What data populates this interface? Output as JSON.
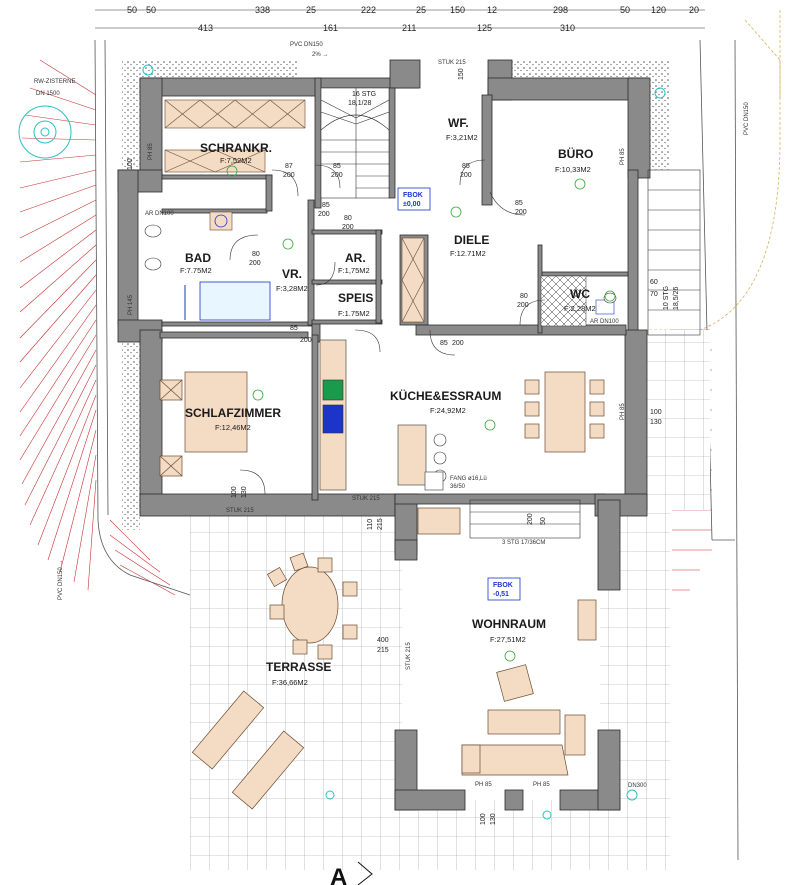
{
  "top_dimensions": [
    "50",
    "50",
    "413",
    "338",
    "25",
    "161",
    "222",
    "211",
    "25",
    "150",
    "12",
    "125",
    "298",
    "310",
    "50",
    "120",
    "20"
  ],
  "rooms": {
    "schrank": {
      "name": "SCHRANKR.",
      "area": "F:7,52M2"
    },
    "bad": {
      "name": "BAD",
      "area": "F:7.75M2"
    },
    "vr": {
      "name": "VR.",
      "area": "F:3,28M2"
    },
    "ar": {
      "name": "AR.",
      "area": "F:1,75M2"
    },
    "speis": {
      "name": "SPEIS",
      "area": "F:1.75M2"
    },
    "wf": {
      "name": "WF.",
      "area": "F:3,21M2"
    },
    "buero": {
      "name": "BÜRO",
      "area": "F:10,33M2"
    },
    "diele": {
      "name": "DIELE",
      "area": "F:12.71M2"
    },
    "wc": {
      "name": "WC",
      "area": "F:2,28M2"
    },
    "schlaf": {
      "name": "SCHLAFZIMMER",
      "area": "F:12,46M2"
    },
    "kueche": {
      "name": "KÜCHE&ESSRAUM",
      "area": "F:24,92M2"
    },
    "wohn": {
      "name": "WOHNRAUM",
      "area": "F:27,51M2"
    },
    "terrasse": {
      "name": "TERRASSE",
      "area": "F:36,66M2"
    }
  },
  "labels": {
    "zisterne_1": "RW-ZISTERNE",
    "zisterne_2": "DN 1500",
    "pvc_top": "PVC DN150",
    "pvc_top_slope": "2% →",
    "pvc_left": "PVC DN150 →",
    "pvc_right": "PVC DN150",
    "stair_1": "16 STG",
    "stair_2": "18,1/28",
    "stair_ext_1": "10 STG",
    "stair_ext_2": "18,5/26",
    "terrace_stair": "3 STG 17/36CM",
    "stuk_top": "STUK 215",
    "stuk_mid": "STUK 215",
    "stuk_bottom": "STUK 215",
    "stuk_wohn": "STUK 215",
    "fang": "FANG ø16,Lü",
    "fang_2": "36/50",
    "fbok_1": "FBOK",
    "fbok_1_val": "±0,00",
    "fbok_2": "FBOK",
    "fbok_2_val": "-0,51",
    "ar_dn_1": "AR DN100",
    "ar_dn_2": "AR DN100",
    "section_marker": "A",
    "rwdn": "DN300"
  },
  "door_dims": [
    {
      "w": "87",
      "h": "200"
    },
    {
      "w": "85",
      "h": "200"
    },
    {
      "w": "80",
      "h": "200"
    },
    {
      "w": "85",
      "h": "200"
    },
    {
      "w": "80",
      "h": "200"
    },
    {
      "w": "85",
      "h": "200"
    },
    {
      "w": "85",
      "h": "200"
    },
    {
      "w": "85",
      "h": "200"
    },
    {
      "w": "85",
      "h": "200"
    },
    {
      "w": "80",
      "h": "200"
    }
  ],
  "window_dims": {
    "w1": "PH 85",
    "w2": "PH 145",
    "w3": "PH 85",
    "w4": "PH 85",
    "w5_a": "100",
    "w5_b": "130",
    "w6_a": "100",
    "w6_b": "150",
    "w7_a": "110",
    "w7_b": "215",
    "w8_a": "400",
    "w8_b": "215",
    "w9_a": "60",
    "w9_b": "70",
    "w10_a": "200",
    "w10_b": "50",
    "w11_a": "100",
    "w11_b": "130",
    "w12": "PH 85",
    "w13": "PH 85",
    "w14": "100",
    "w15": "130"
  },
  "colors": {
    "wall": "#8a8a8a",
    "wall_edge": "#2b2b2b",
    "terrace_grid": "#9a9a9a",
    "dim_red": "#c83232",
    "cyan": "#27c2c2",
    "fbok_blue": "#1a35c8",
    "light_green": "#36a836",
    "furniture": "#f4dcc4",
    "furniture_edge": "#6a4a30",
    "bath_blue": "#1a35c8"
  }
}
